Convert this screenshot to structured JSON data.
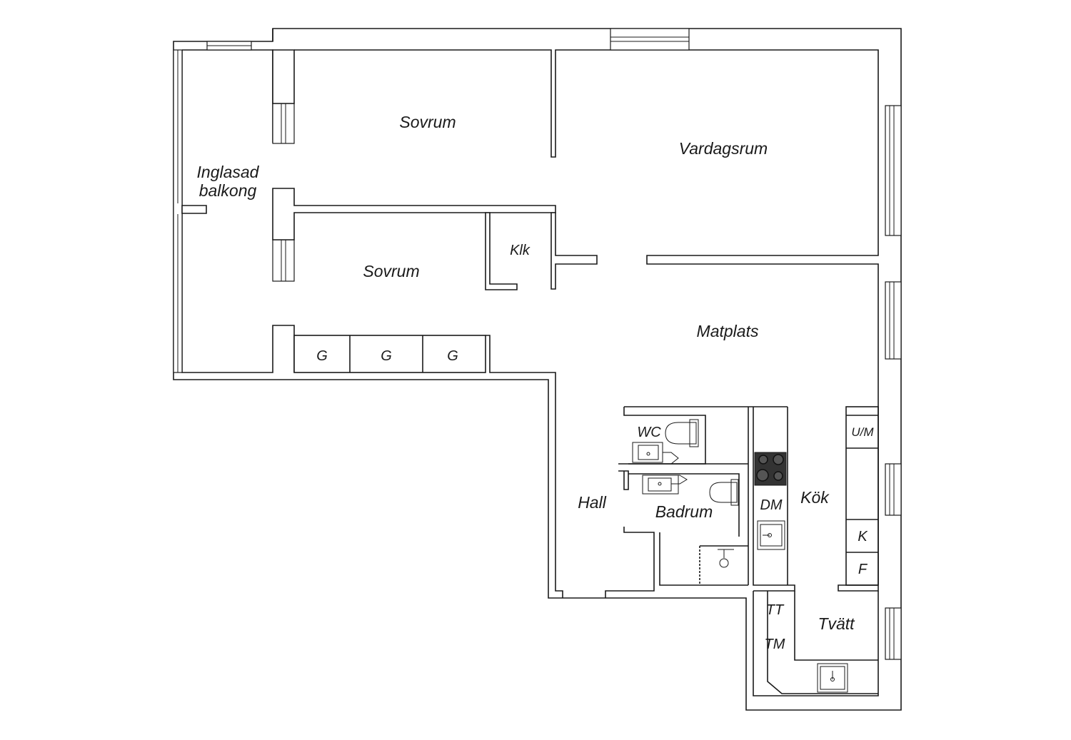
{
  "rooms": {
    "sovrum_1": "Sovrum",
    "sovrum_2": "Sovrum",
    "vardagsrum": "Vardagsrum",
    "inglasad_line1": "Inglasad",
    "inglasad_line2": "balkong",
    "klk": "Klk",
    "matplats": "Matplats",
    "hall": "Hall",
    "badrum": "Badrum",
    "wc": "WC",
    "kok": "Kök",
    "tvatt": "Tvätt"
  },
  "fixtures": {
    "g1": "G",
    "g2": "G",
    "g3": "G",
    "um": "U/M",
    "dm": "DM",
    "k": "K",
    "f": "F",
    "tt": "TT",
    "tm": "TM"
  },
  "icons": [
    "stove-icon",
    "sink-icon",
    "toilet-icon",
    "washbasin-icon",
    "shower-icon"
  ]
}
